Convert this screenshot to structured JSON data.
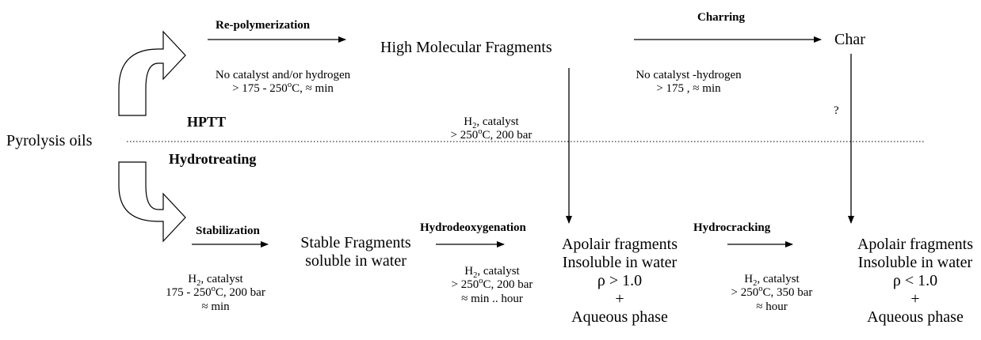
{
  "nodes": {
    "pyrolysis_oils": "Pyrolysis oils",
    "high_molecular": "High Molecular Fragments",
    "char": "Char",
    "stable_fragments": [
      "Stable Fragments",
      "soluble in water"
    ],
    "apolair_heavy": [
      "Apolair fragments",
      "Insoluble in water",
      "ρ > 1.0",
      "+",
      "Aqueous phase"
    ],
    "apolair_light": [
      "Apolair fragments",
      "Insoluble in water",
      "ρ < 1.0",
      "+",
      "Aqueous phase"
    ]
  },
  "routes": {
    "hptt": "HPTT",
    "hydrotreating": "Hydrotreating"
  },
  "processes": {
    "repolymerization": "Re-polymerization",
    "charring": "Charring",
    "stabilization": "Stabilization",
    "hydrodeoxygenation": "Hydrodeoxygenation",
    "hydrocracking": "Hydrocracking"
  },
  "conditions": {
    "repoly": {
      "line1": "No catalyst and/or hydrogen",
      "line2_a": "> 175 - 250",
      "line2_sup": "o",
      "line2_b": "C, ≈ min"
    },
    "charring": {
      "line1": "No catalyst -hydrogen",
      "line2": "> 175 , ≈ min"
    },
    "hptt": {
      "h": "H",
      "sub": "2",
      "rest": ", catalyst",
      "line2_a": "> 250",
      "line2_sup": "o",
      "line2_b": "C, 200 bar"
    },
    "char_down": "?",
    "stabilization": {
      "h": "H",
      "sub": "2",
      "rest": ", catalyst",
      "line2": "175 - 250",
      "line2_sup": "o",
      "line2_b": "C, 200 bar",
      "line3": "≈ min"
    },
    "hdo": {
      "h": "H",
      "sub": "2",
      "rest": ", catalyst",
      "line2_a": "> 250",
      "line2_sup": "o",
      "line2_b": "C, 200 bar",
      "line3": "≈ min .. hour"
    },
    "hydrocracking": {
      "h": "H",
      "sub": "2",
      "rest": ", catalyst",
      "line2_a": "> 250",
      "line2_sup": "o",
      "line2_b": "C, 350 bar",
      "line3": "≈ hour"
    }
  }
}
